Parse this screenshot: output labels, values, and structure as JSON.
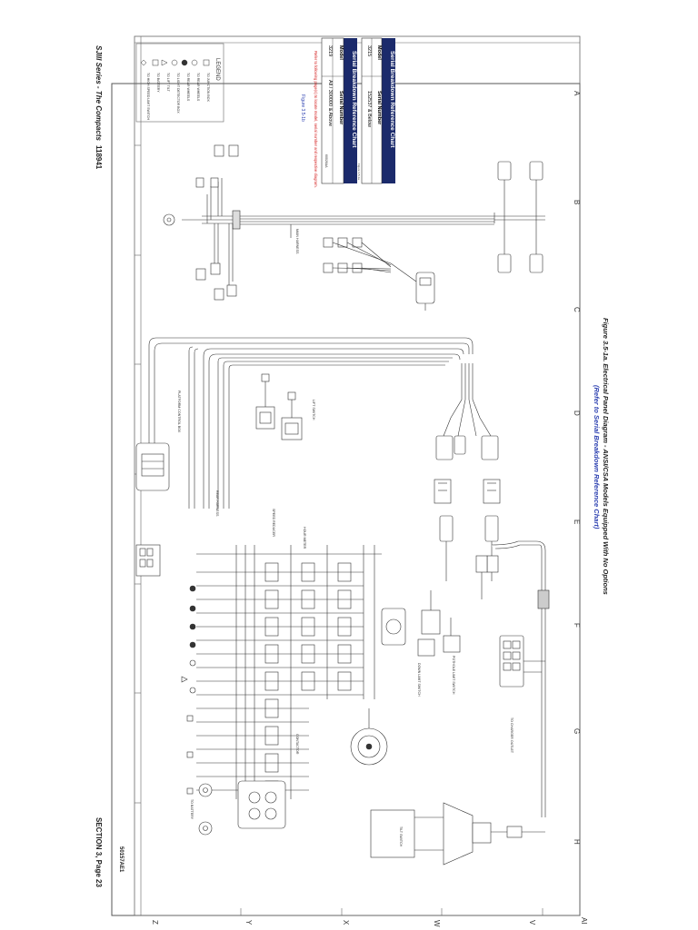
{
  "page": {
    "series_title": "SJIII Series - The Compacts",
    "part_number": "118941",
    "section_page": "SECTION 3, Page 23",
    "figure_id": "50157AE1"
  },
  "figure": {
    "title": "Figure 3.5-1a. Electrical Panel Diagram - ANSI/CSA Models Equipped With No Options",
    "subtitle": "(Refer to Serial Breakdown Reference Chart)"
  },
  "grid": {
    "columns": [
      "A",
      "B",
      "C",
      "D",
      "E",
      "F",
      "G",
      "H"
    ],
    "rows": [
      "V",
      "W",
      "X",
      "Y",
      "Z"
    ],
    "corner": "AI"
  },
  "serial_chart": {
    "title": "Serial Breakdown Reference Chart",
    "headers": [
      "Model",
      "Serial Number"
    ],
    "rows": [
      [
        "3215",
        "152537 & Below"
      ]
    ],
    "figure_ref": "Figure 3.5-1a"
  },
  "serial_chart_2": {
    "title": "Serial Breakdown Reference Chart",
    "headers": [
      "Model",
      "Serial Number"
    ],
    "rows": [
      [
        "3219",
        "All / 300000 & Above"
      ]
    ],
    "note": "Refer to following page(s) to locate model, serial number and respective diagram.",
    "figure_ref": "Figure 3.5-1b",
    "code": "60026AA"
  },
  "legend": {
    "title": "LEGEND",
    "items": [
      "TO JUNCTION BOX",
      "TO REAR WHEELS",
      "TO REAR WHEELS",
      "TO LIGHT DETECTOR BOX",
      "TO LIFT TILT",
      "TO BATTERY",
      "TO HIGH SPEED LIMIT SWITCH"
    ]
  },
  "labels": {
    "main_harness": "MAIN HARNESS",
    "platform_control_box": "PLATFORM CONTROL BOX",
    "rear_harness": "REAR HARNESS",
    "contactor": "CONTACTOR",
    "tilt_switch": "TILT SWITCH",
    "hour_meter": "HOUR METER",
    "battery_charger": "TO CHARGER OUTLET",
    "lift_switch": "LIFT SWITCH",
    "down_limit": "DOWN LIMIT SWITCH",
    "pothole": "POTHOLE LIMIT SWITCH",
    "speed_reducer": "SPEED REDUCER",
    "to_battery": "TO BATTERY"
  },
  "colors": {
    "chart_header": "#1b2a6b",
    "red_note": "#d42020",
    "blue_ref": "#2b3fb0",
    "line": "#333333"
  }
}
